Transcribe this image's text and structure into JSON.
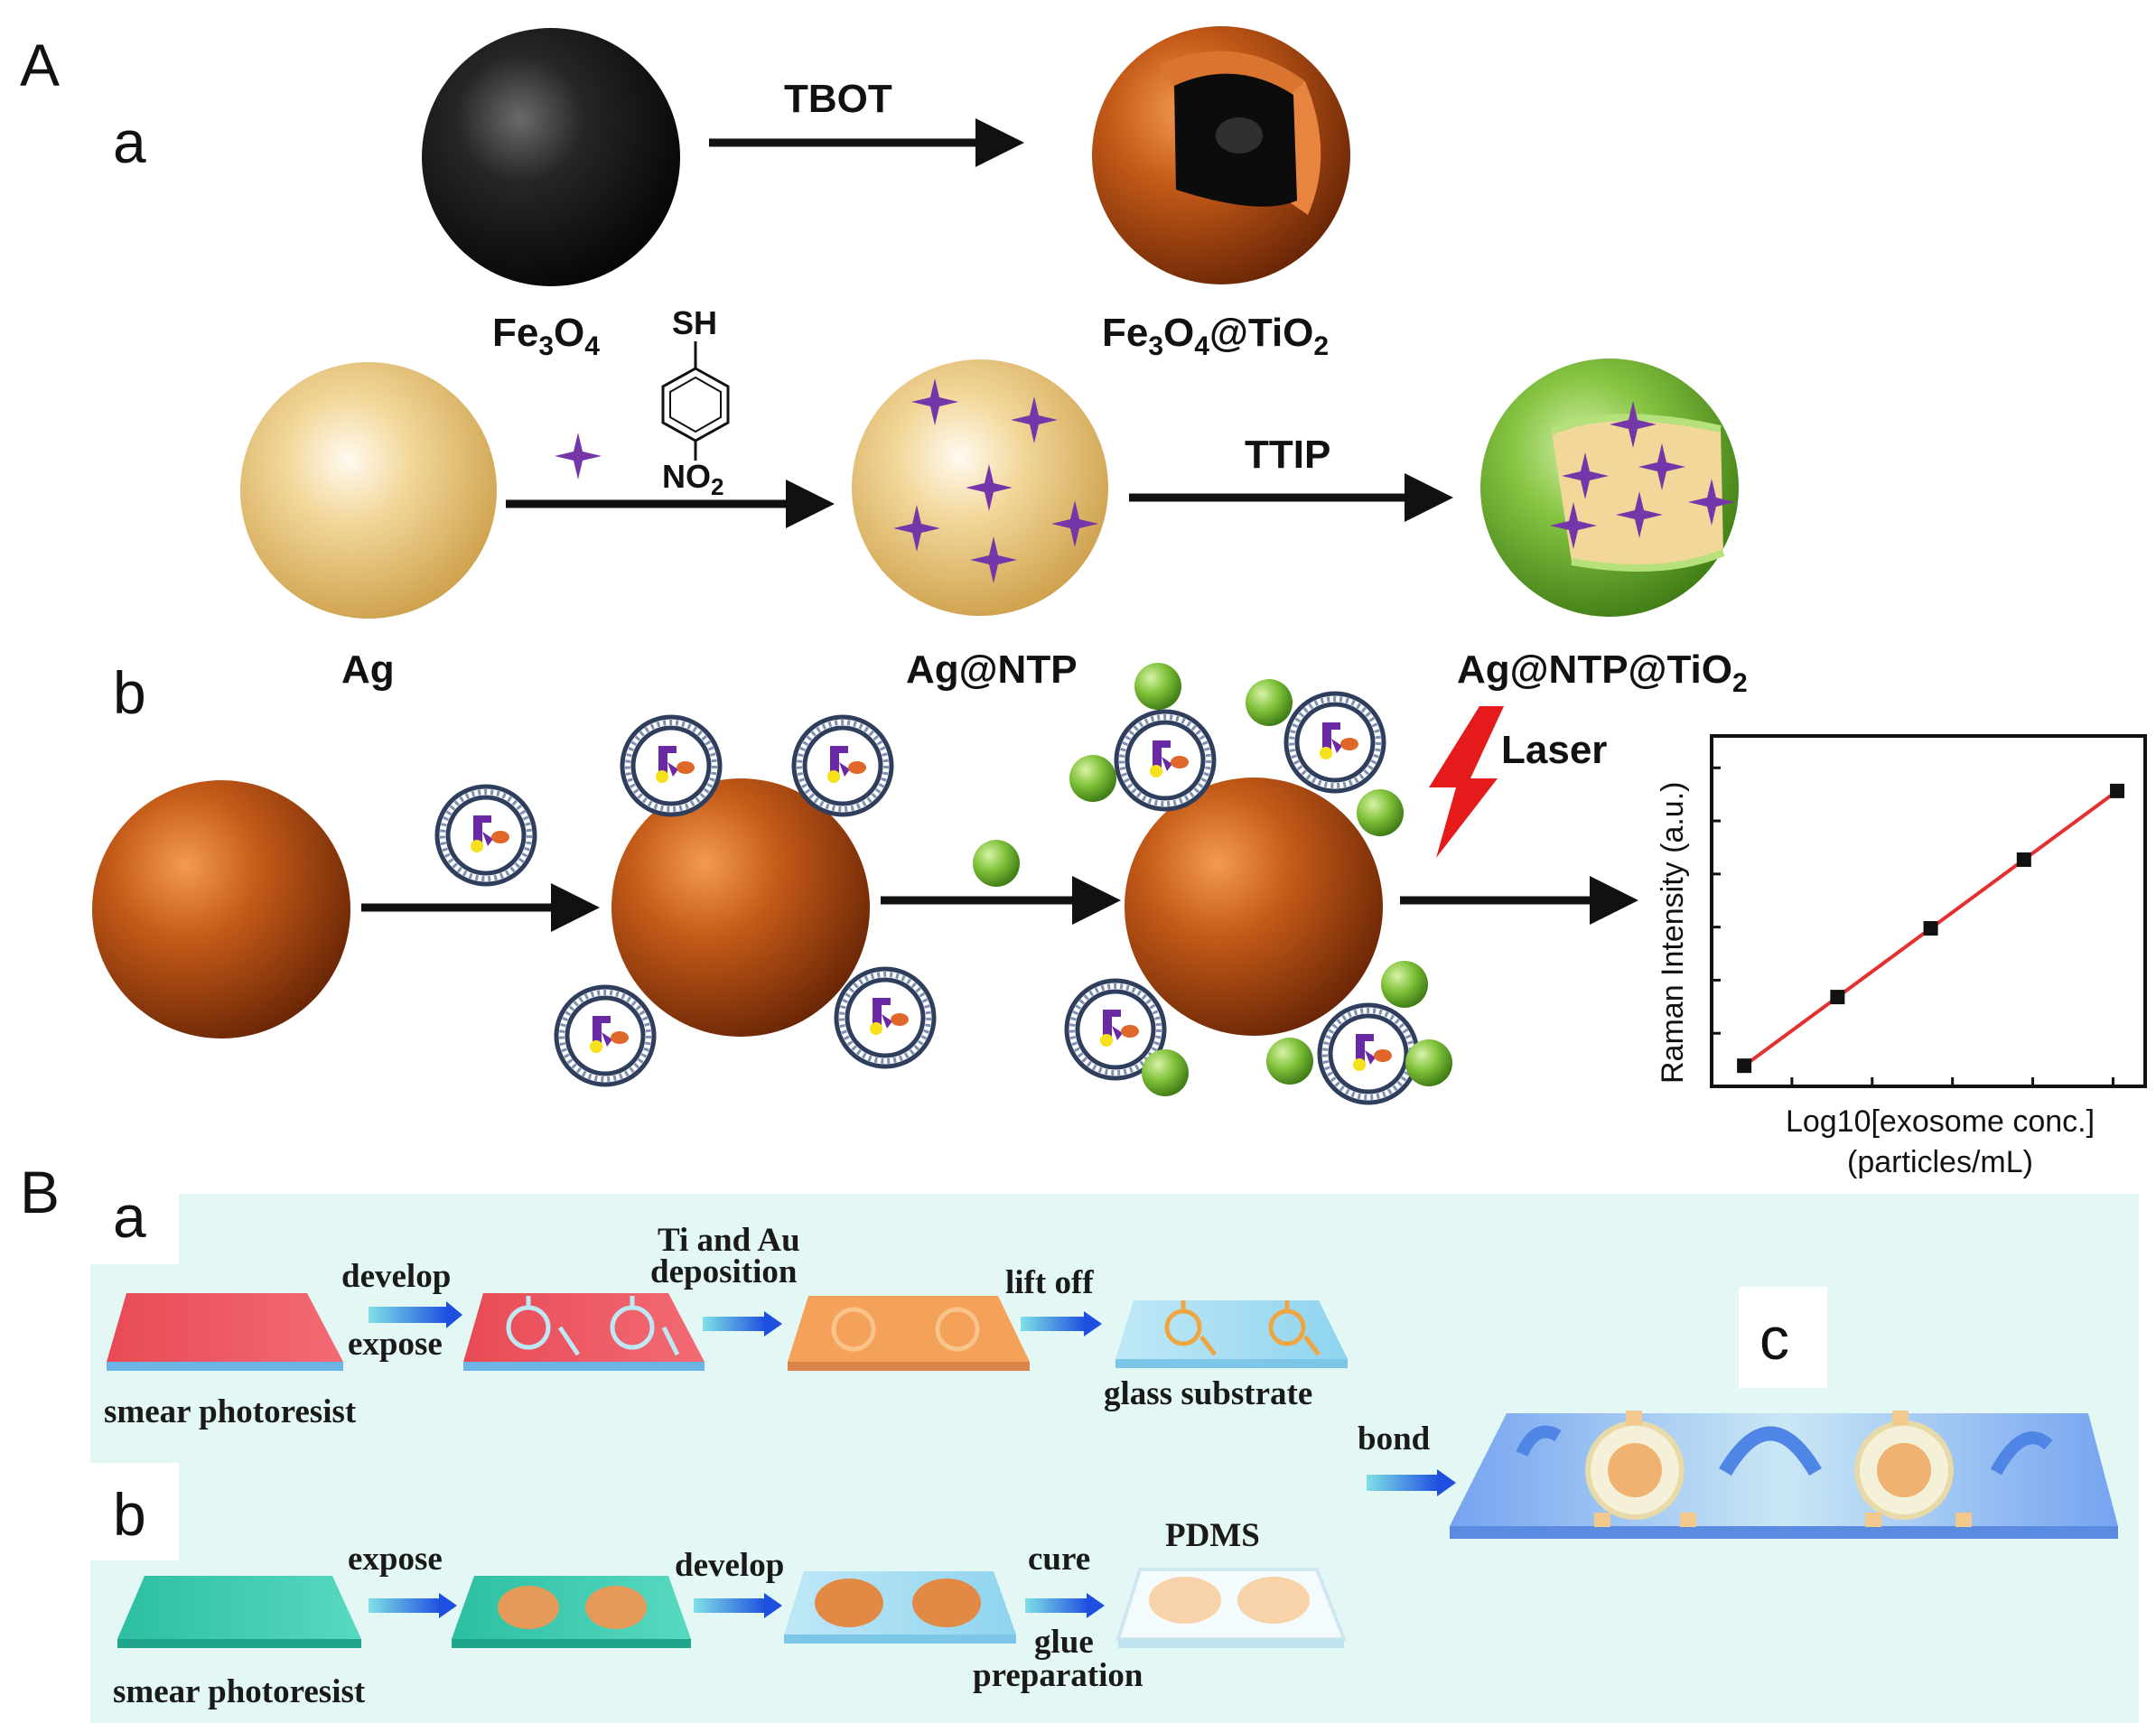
{
  "panels": {
    "A": "A",
    "B": "B",
    "a": "a",
    "b": "b",
    "Ba": "a",
    "Bb": "b",
    "c": "c"
  },
  "partA": {
    "tbot": "TBOT",
    "ttip": "TTIP",
    "fe3o4": {
      "a": "Fe",
      "s1": "3",
      "b": "O",
      "s2": "4"
    },
    "fe3o4_tio2": {
      "a": "Fe",
      "s1": "3",
      "b": "O",
      "s2": "4",
      "c": "@TiO",
      "s3": "2"
    },
    "ag": "Ag",
    "ag_ntp": "Ag@NTP",
    "ag_ntp_tio2": {
      "a": "Ag@NTP@TiO",
      "s": "2"
    },
    "molecule": {
      "sh": "SH",
      "no2": "NO",
      "no2_sub": "2"
    },
    "laser": "Laser"
  },
  "chart_data": {
    "type": "scatter",
    "title": "",
    "xlabel": "Log10[exosome conc.]",
    "xlabel2": "(particles/mL)",
    "ylabel": "Raman Intensity (a.u.)",
    "ticks_shown": false,
    "fit_line": true,
    "x": [
      1,
      2,
      3,
      4,
      5
    ],
    "y": [
      1,
      2,
      3,
      4,
      5
    ],
    "xlim": [
      0.65,
      5.3
    ],
    "ylim": [
      0.7,
      5.8
    ],
    "colors": {
      "line": "#e53030",
      "points": "#111111"
    }
  },
  "partB": {
    "develop": "develop",
    "expose": "expose",
    "ti_au_1": "Ti and Au",
    "ti_au_2": "deposition",
    "lift_off": "lift off",
    "glass_substrate": "glass substrate",
    "smear1": "smear photoresist",
    "bond": "bond",
    "expose2": "expose",
    "develop2": "develop",
    "cure": "cure",
    "pdms": "PDMS",
    "glue": "glue",
    "preparation": "preparation",
    "smear2": "smear photoresist"
  },
  "colors": {
    "black_sphere": "#151515",
    "orange_sphere": "#c45a18",
    "gold_sphere": "#e6bf72",
    "green_shell": "#7cbd3c",
    "star": "#7436a8",
    "laser": "#e51b1b",
    "bg_B": "#e3f8f4",
    "arrow_blue": "#2a64e0"
  }
}
